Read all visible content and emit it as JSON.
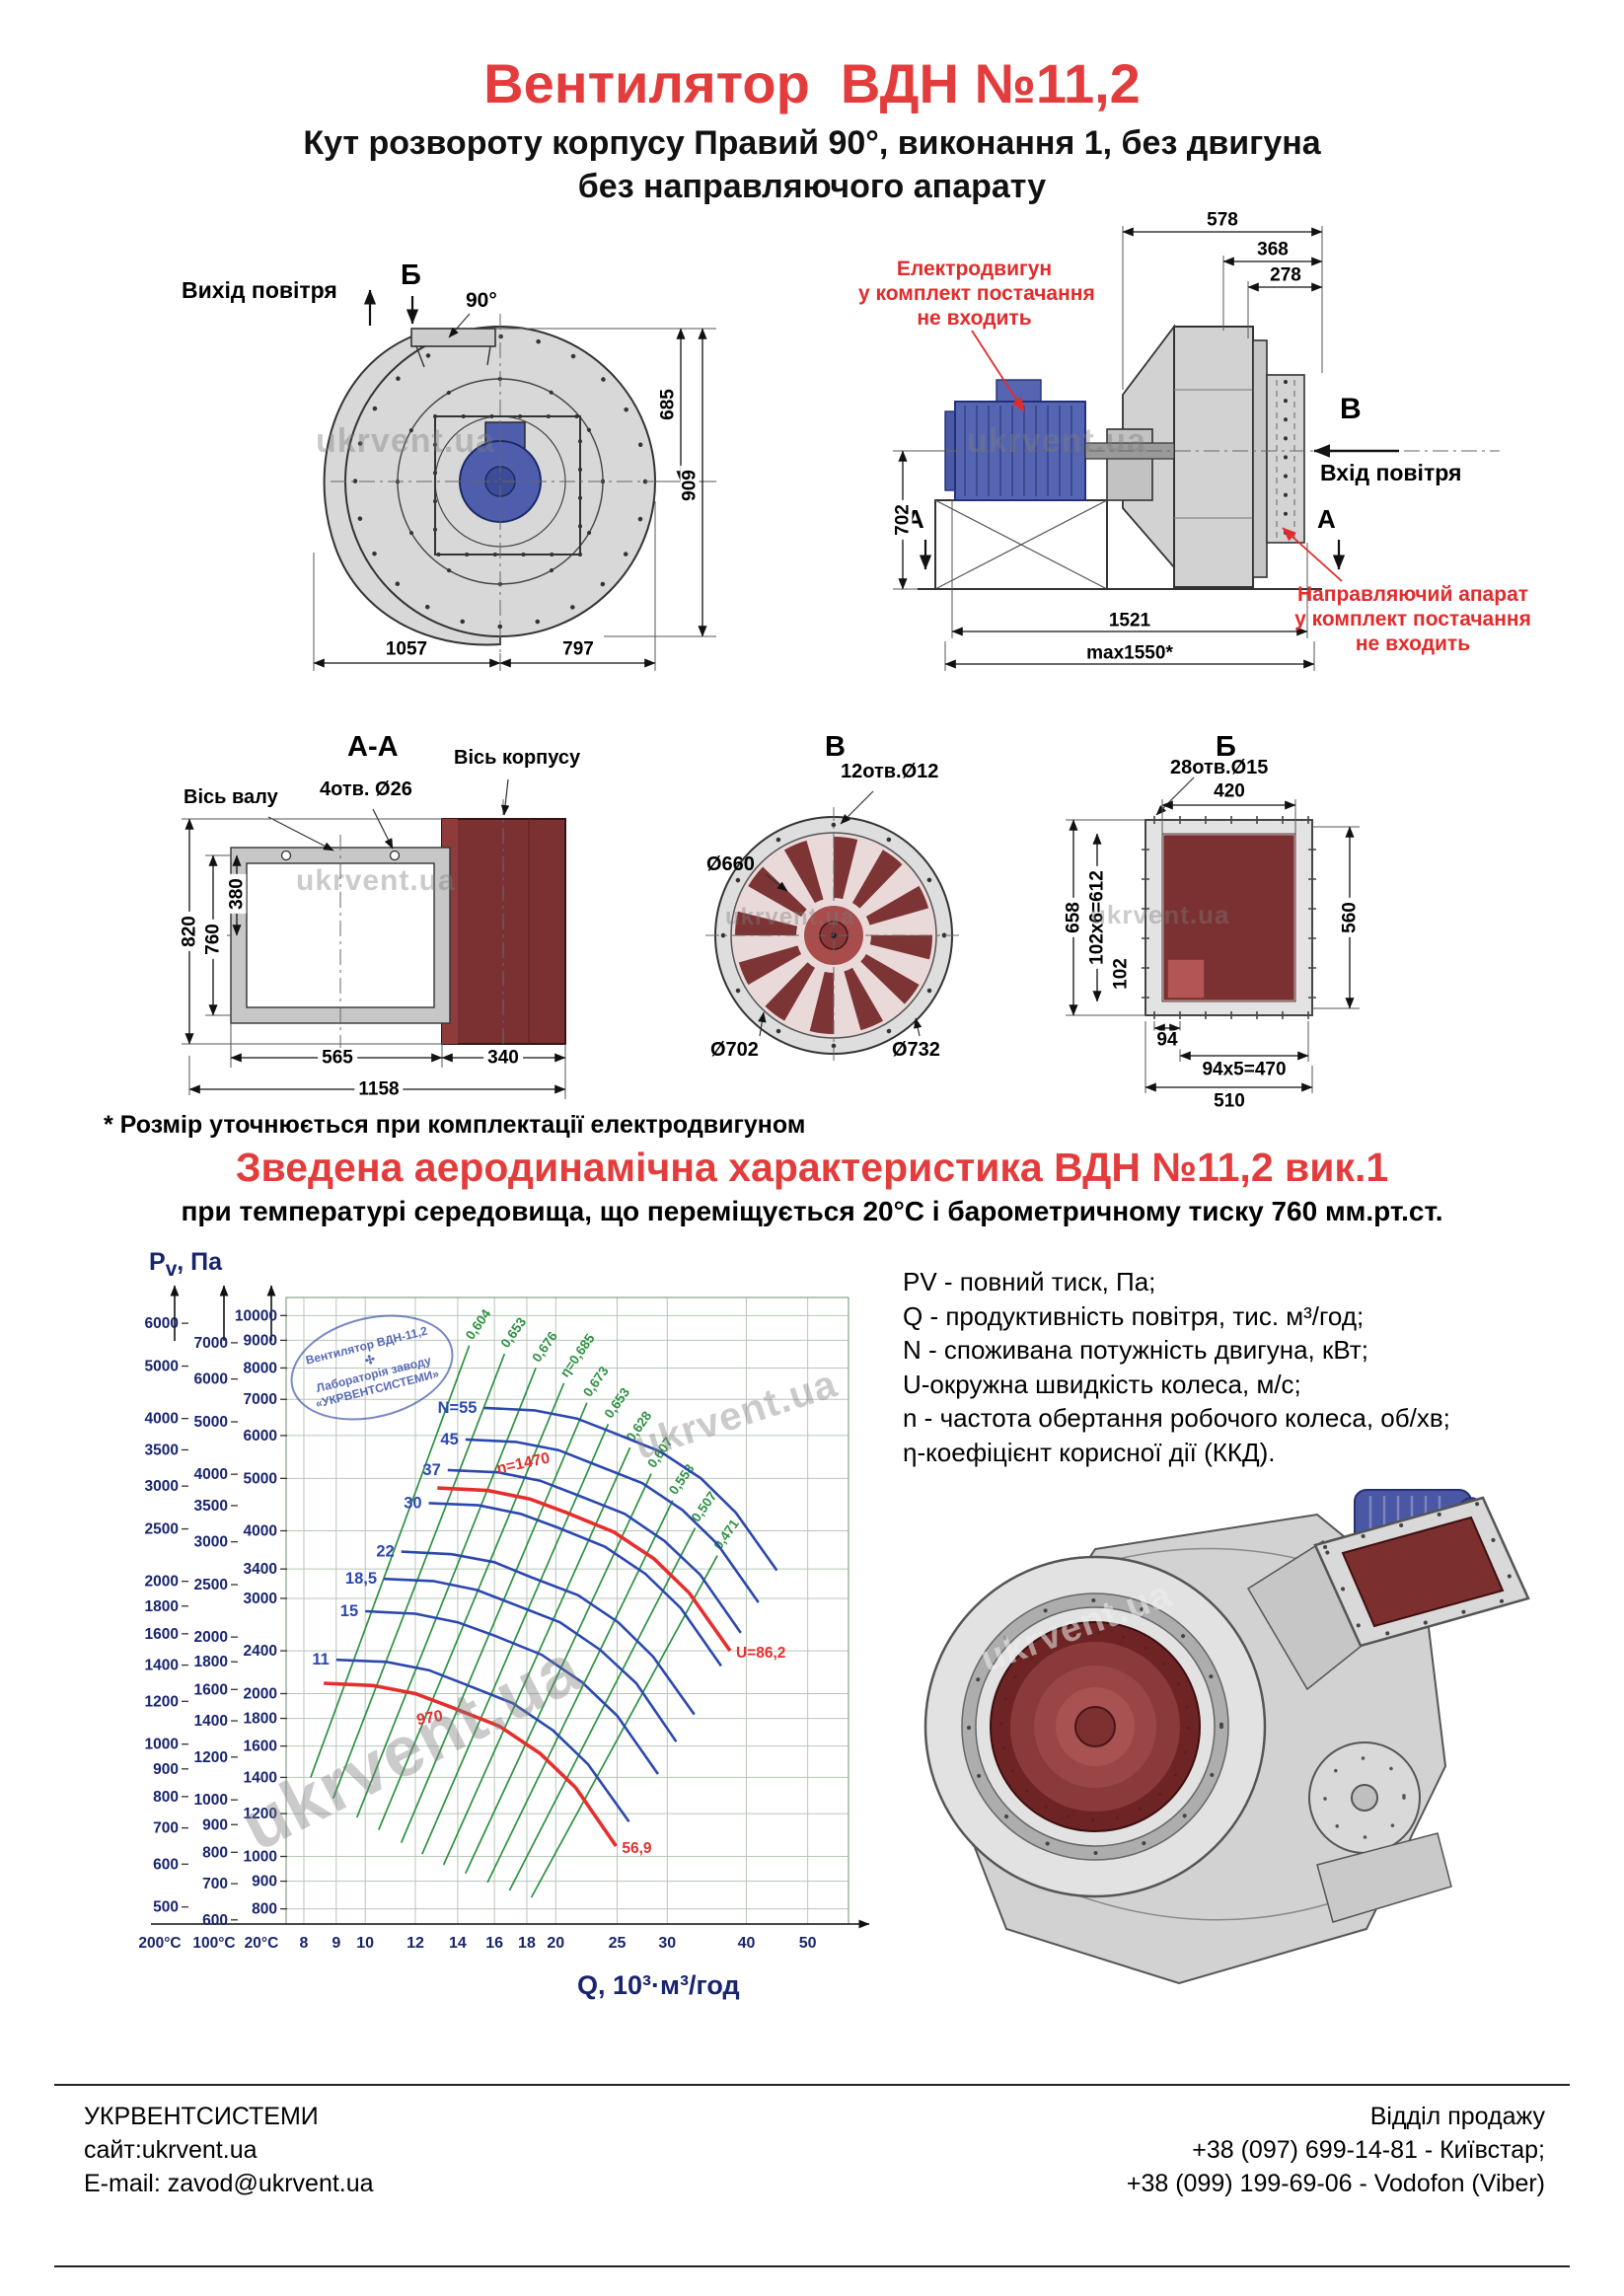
{
  "watermark": "ukrvent.ua",
  "header": {
    "title": "Вентилятор  ВДН №11,2",
    "subtitle1": "Кут розвороту корпусу Правий 90°, виконання 1, без двигуна",
    "subtitle2": "без направляючого апарату"
  },
  "scroll_view": {
    "air_out": "Вихід повітря",
    "view_label": "Б",
    "angle": "90°",
    "dim_685": "685",
    "dim_909": "909",
    "dim_1057": "1057",
    "dim_797": "797"
  },
  "side_view": {
    "motor_note": {
      "l1": "Електродвигун",
      "l2": "у комплект постачання",
      "l3": "не входить"
    },
    "vane_note": {
      "l1": "Направляючий апарат",
      "l2": "у комплект постачання",
      "l3": "не входить"
    },
    "view_label": "В",
    "air_in": "Вхід повітря",
    "section_mark": "А",
    "dim_578": "578",
    "dim_368": "368",
    "dim_278": "278",
    "dim_702": "702",
    "dim_1521": "1521",
    "dim_max": "max1550*"
  },
  "section_aa": {
    "title": "А-А",
    "shaft_axis": "Вісь валу",
    "holes": "4отв. Ø26",
    "body_axis": "Вісь корпусу",
    "dim_820": "820",
    "dim_760": "760",
    "dim_380": "380",
    "dim_565": "565",
    "dim_340": "340",
    "dim_1158": "1158"
  },
  "section_v": {
    "title": "В",
    "holes": "12отв.Ø12",
    "dia_660": "Ø660",
    "dia_702": "Ø702",
    "dia_732": "Ø732"
  },
  "section_b": {
    "title": "Б",
    "holes": "28отв.Ø15",
    "dim_420": "420",
    "dim_658": "658",
    "dim_612": "102x6=612",
    "dim_102": "102",
    "dim_560": "560",
    "dim_94": "94",
    "dim_470": "94x5=470",
    "dim_510": "510"
  },
  "footnote": "* Розмір уточнюється при комплектації електродвигуном",
  "aero": {
    "heading": "Зведена аеродинамічна характеристика ВДН №11,2 вик.1",
    "subheading": "при температурі середовища, що переміщується 20°С і барометричному тиску 760 мм.рт.ст."
  },
  "axis": {
    "p": "P",
    "p_sub": "v",
    "p_rest": ", Па"
  },
  "legend": {
    "lines": [
      "PV - повний тиск, Па;",
      "Q - продуктивність повітря, тис. м³/год;",
      "N - споживана потужність двигуна, кВт;",
      "U-окружна швидкість колеса, м/с;",
      "n - частота обертання робочого колеса, об/хв;",
      "η-коефіцієнт корисної дії (ККД)."
    ]
  },
  "stamp": {
    "line1": "Вентилятор ВДН-11,2",
    "line2": "Лабораторія заводу",
    "line3": "«УКРВЕНТСИСТЕМИ»"
  },
  "chart_data": {
    "type": "line",
    "title": "Зведена аеродинамічна характеристика ВДН №11,2 вик.1",
    "condition": "при температурі середовища, що переміщується 20°С і барометричному тиску 760 мм.рт.ст.",
    "x": {
      "label": "Q, 10³·м³/год",
      "scale": "log",
      "range": [
        7.5,
        58
      ],
      "ticks": [
        8,
        9,
        10,
        12,
        14,
        16,
        18,
        20,
        25,
        30,
        40,
        50
      ]
    },
    "y": {
      "label": "Pv, Па",
      "scale": "log",
      "range": [
        750,
        10800
      ],
      "scales": [
        {
          "temp": "20°C",
          "factor": 1,
          "ticks": [
            10000,
            9000,
            8000,
            7000,
            6000,
            5000,
            4000,
            3400,
            3000,
            2400,
            2000,
            1800,
            1600,
            1400,
            1200,
            1000,
            900,
            800
          ]
        },
        {
          "temp": "100°C",
          "factor": 0.786,
          "ticks": [
            7000,
            6000,
            5000,
            4000,
            3500,
            3000,
            2500,
            2000,
            1800,
            1600,
            1400,
            1200,
            1000,
            900,
            800,
            700,
            600
          ]
        },
        {
          "temp": "200°C",
          "factor": 0.62,
          "ticks": [
            6000,
            5000,
            4000,
            3500,
            3000,
            2500,
            2000,
            1800,
            1600,
            1400,
            1200,
            1000,
            900,
            800,
            700,
            600,
            500
          ]
        }
      ]
    },
    "power_curves": [
      {
        "label": "N=55",
        "points": [
          [
            15.4,
            6750
          ],
          [
            18.5,
            6680
          ],
          [
            21.6,
            6450
          ],
          [
            24.6,
            6080
          ],
          [
            29.3,
            5600
          ],
          [
            33.9,
            5000
          ],
          [
            38.5,
            4320
          ],
          [
            44.7,
            3380
          ]
        ]
      },
      {
        "label": "45",
        "points": [
          [
            14.4,
            5900
          ],
          [
            17.3,
            5840
          ],
          [
            20.2,
            5640
          ],
          [
            23.0,
            5310
          ],
          [
            27.4,
            4900
          ],
          [
            31.7,
            4370
          ],
          [
            36.0,
            3780
          ],
          [
            41.8,
            2950
          ]
        ]
      },
      {
        "label": "37",
        "points": [
          [
            13.5,
            5180
          ],
          [
            16.2,
            5130
          ],
          [
            18.9,
            4950
          ],
          [
            21.6,
            4660
          ],
          [
            25.7,
            4300
          ],
          [
            29.7,
            3830
          ],
          [
            33.8,
            3320
          ],
          [
            39.2,
            2590
          ]
        ]
      },
      {
        "label": "30",
        "points": [
          [
            12.6,
            4500
          ],
          [
            15.1,
            4460
          ],
          [
            17.6,
            4300
          ],
          [
            20.2,
            4050
          ],
          [
            23.9,
            3740
          ],
          [
            27.7,
            3330
          ],
          [
            31.5,
            2880
          ],
          [
            36.5,
            2250
          ]
        ]
      },
      {
        "label": "22",
        "points": [
          [
            11.4,
            3660
          ],
          [
            13.7,
            3620
          ],
          [
            16.0,
            3500
          ],
          [
            18.2,
            3290
          ],
          [
            21.7,
            3040
          ],
          [
            25.1,
            2710
          ],
          [
            28.5,
            2340
          ],
          [
            33.1,
            1830
          ]
        ]
      },
      {
        "label": "18,5",
        "points": [
          [
            10.7,
            3260
          ],
          [
            12.8,
            3230
          ],
          [
            15.0,
            3110
          ],
          [
            17.1,
            2930
          ],
          [
            20.3,
            2710
          ],
          [
            23.5,
            2410
          ],
          [
            26.8,
            2090
          ],
          [
            31.0,
            1630
          ]
        ]
      },
      {
        "label": "15",
        "points": [
          [
            10.0,
            2840
          ],
          [
            12.0,
            2810
          ],
          [
            14.0,
            2710
          ],
          [
            16.0,
            2560
          ],
          [
            19.0,
            2360
          ],
          [
            22.0,
            2100
          ],
          [
            25.0,
            1820
          ],
          [
            29.0,
            1420
          ]
        ]
      },
      {
        "label": "11",
        "points": [
          [
            9.0,
            2310
          ],
          [
            10.8,
            2290
          ],
          [
            12.6,
            2210
          ],
          [
            14.4,
            2080
          ],
          [
            17.1,
            1920
          ],
          [
            19.8,
            1710
          ],
          [
            22.5,
            1480
          ],
          [
            26.1,
            1160
          ]
        ]
      }
    ],
    "speed_curves": [
      {
        "label": "n=1470",
        "label_at": [
          16.2,
          5100
        ],
        "label_rot": -12,
        "u_label": "U=86,2",
        "points": [
          [
            13.0,
            4800
          ],
          [
            15.6,
            4750
          ],
          [
            18.2,
            4580
          ],
          [
            20.8,
            4320
          ],
          [
            24.7,
            3980
          ],
          [
            28.6,
            3550
          ],
          [
            32.5,
            3070
          ],
          [
            37.7,
            2400
          ]
        ]
      },
      {
        "label": "970",
        "label_at": [
          12.1,
          1750
        ],
        "label_rot": -10,
        "u_label": "56,9",
        "points": [
          [
            8.6,
            2090
          ],
          [
            10.3,
            2070
          ],
          [
            12.0,
            2000
          ],
          [
            13.8,
            1880
          ],
          [
            16.3,
            1740
          ],
          [
            18.9,
            1550
          ],
          [
            21.5,
            1340
          ],
          [
            24.9,
            1045
          ]
        ]
      }
    ],
    "eta_lines": [
      {
        "label": "0,604",
        "from": [
          8.2,
          1400
        ],
        "to": [
          14.6,
          8800
        ]
      },
      {
        "label": "0,653",
        "from": [
          8.9,
          1280
        ],
        "to": [
          16.6,
          8500
        ]
      },
      {
        "label": "0,676",
        "from": [
          9.7,
          1180
        ],
        "to": [
          18.6,
          8000
        ]
      },
      {
        "label": "η=0,685",
        "from": [
          10.5,
          1120
        ],
        "to": [
          20.6,
          7500
        ]
      },
      {
        "label": "0,673",
        "from": [
          11.4,
          1060
        ],
        "to": [
          22.4,
          6900
        ]
      },
      {
        "label": "0,653",
        "from": [
          12.3,
          1010
        ],
        "to": [
          24.2,
          6300
        ]
      },
      {
        "label": "0,628",
        "from": [
          13.3,
          965
        ],
        "to": [
          26.2,
          5700
        ]
      },
      {
        "label": "0,607",
        "from": [
          14.4,
          930
        ],
        "to": [
          28.3,
          5100
        ]
      },
      {
        "label": "0,558",
        "from": [
          15.6,
          895
        ],
        "to": [
          30.6,
          4550
        ]
      },
      {
        "label": "0,507",
        "from": [
          16.9,
          865
        ],
        "to": [
          33.2,
          4050
        ]
      },
      {
        "label": "0,471",
        "from": [
          18.3,
          840
        ],
        "to": [
          36.0,
          3600
        ]
      }
    ]
  },
  "footer": {
    "company": "УКРВЕНТСИСТЕМИ",
    "site": "сайт:ukrvent.ua",
    "email": "E-mail: zavod@ukrvent.ua",
    "dept": "Відділ продажу",
    "phone1": "+38 (097) 699-14-81 - Київстар;",
    "phone2": "+38 (099) 199-69-06 - Vodofon (Viber)"
  }
}
